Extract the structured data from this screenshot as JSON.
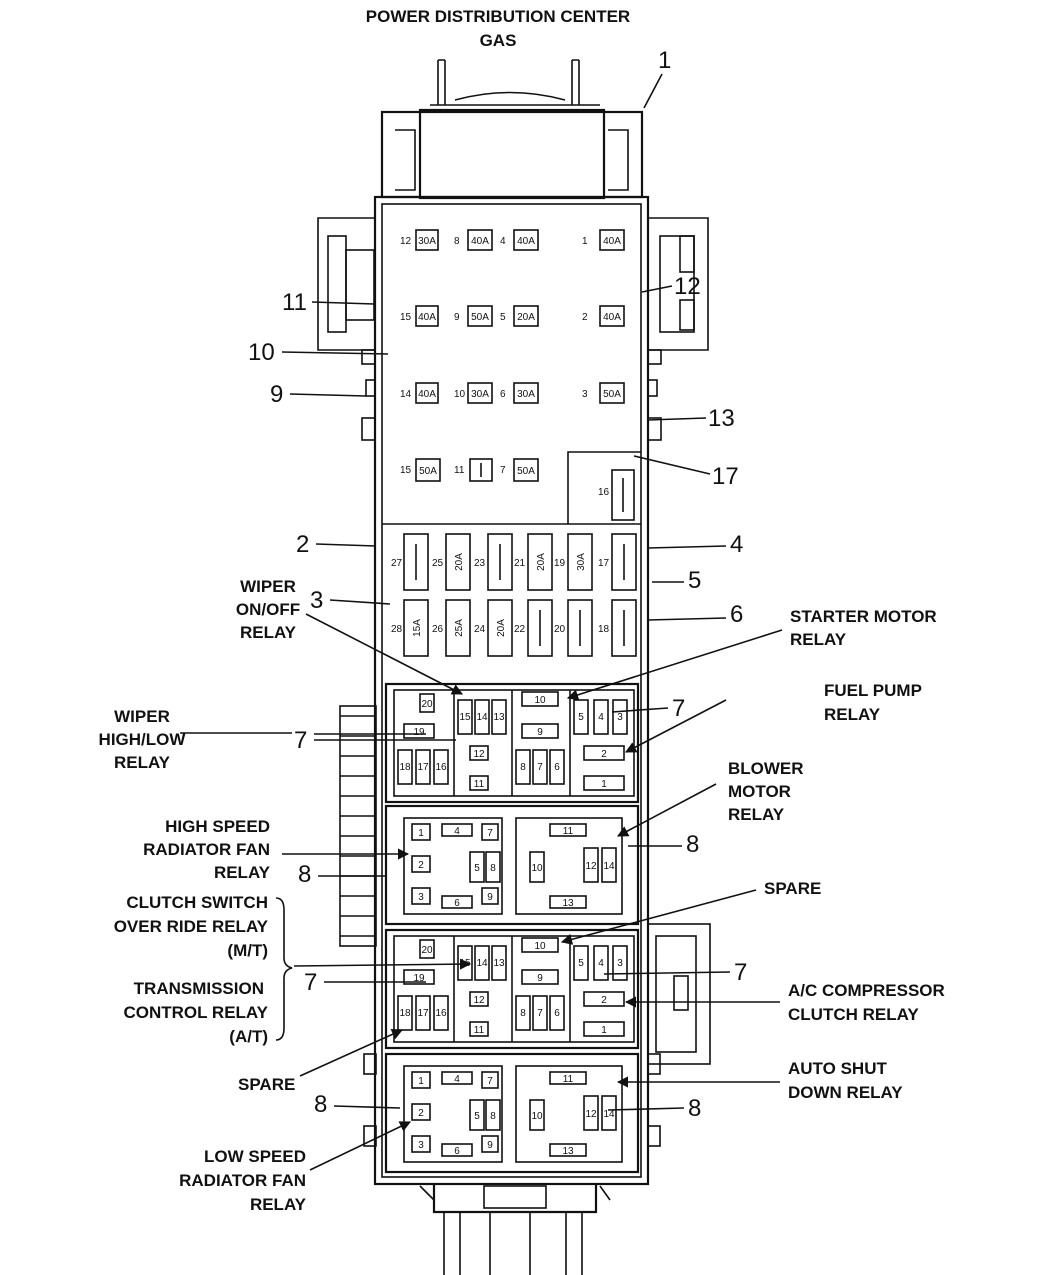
{
  "title": {
    "line1": "POWER DISTRIBUTION CENTER",
    "line2": "GAS"
  },
  "callouts": {
    "n1": "1",
    "n2": "2",
    "n3": "3",
    "n4": "4",
    "n5": "5",
    "n6": "6",
    "n7": "7",
    "n8": "8",
    "n9": "9",
    "n10": "10",
    "n11": "11",
    "n12": "12",
    "n13": "13",
    "n17": "17"
  },
  "relay_labels": {
    "wiper_on_off": [
      "WIPER",
      "ON/OFF",
      "RELAY"
    ],
    "starter_motor": [
      "STARTER MOTOR",
      "RELAY"
    ],
    "fuel_pump": [
      "FUEL PUMP",
      "RELAY"
    ],
    "wiper_high_low": [
      "WIPER",
      "HIGH/LOW",
      "RELAY"
    ],
    "blower_motor": [
      "BLOWER",
      "MOTOR",
      "RELAY"
    ],
    "high_speed_fan": [
      "HIGH SPEED",
      "RADIATOR FAN",
      "RELAY"
    ],
    "clutch_switch": [
      "CLUTCH SWITCH",
      "OVER RIDE RELAY",
      "(M/T)"
    ],
    "transmission": [
      "TRANSMISSION",
      "CONTROL RELAY",
      "(A/T)"
    ],
    "spare_top": "SPARE",
    "ac_compressor": [
      "A/C COMPRESSOR",
      "CLUTCH RELAY"
    ],
    "spare_bottom": "SPARE",
    "auto_shut_down": [
      "AUTO SHUT",
      "DOWN RELAY"
    ],
    "low_speed_fan": [
      "LOW SPEED",
      "RADIATOR FAN",
      "RELAY"
    ]
  },
  "maxi_fuses": [
    {
      "pos": "12",
      "rating": "30A"
    },
    {
      "pos": "8",
      "rating": "40A"
    },
    {
      "pos": "4",
      "rating": "40A"
    },
    {
      "pos": "1",
      "rating": "40A"
    },
    {
      "pos": "15",
      "rating": "40A"
    },
    {
      "pos": "9",
      "rating": "50A"
    },
    {
      "pos": "5",
      "rating": "20A"
    },
    {
      "pos": "2",
      "rating": "40A"
    },
    {
      "pos": "14",
      "rating": "40A"
    },
    {
      "pos": "10",
      "rating": "30A"
    },
    {
      "pos": "6",
      "rating": "30A"
    },
    {
      "pos": "3",
      "rating": "50A"
    },
    {
      "pos": "15",
      "rating": "50A"
    },
    {
      "pos": "11",
      "rating": ""
    },
    {
      "pos": "7",
      "rating": "50A"
    },
    {
      "pos": "16",
      "rating": ""
    }
  ],
  "mini_fuses": [
    {
      "pos": "27",
      "rating": ""
    },
    {
      "pos": "25",
      "rating": "20A"
    },
    {
      "pos": "23",
      "rating": ""
    },
    {
      "pos": "21",
      "rating": "20A"
    },
    {
      "pos": "19",
      "rating": "30A"
    },
    {
      "pos": "17",
      "rating": ""
    },
    {
      "pos": "28",
      "rating": "15A"
    },
    {
      "pos": "26",
      "rating": "25A"
    },
    {
      "pos": "24",
      "rating": "20A"
    },
    {
      "pos": "22",
      "rating": ""
    },
    {
      "pos": "20",
      "rating": ""
    },
    {
      "pos": "18",
      "rating": ""
    }
  ],
  "micro_relay_pins": [
    "20",
    "19",
    "18",
    "17",
    "16",
    "15",
    "14",
    "13",
    "12",
    "11",
    "10",
    "9",
    "8",
    "7",
    "6",
    "5",
    "4",
    "3",
    "2",
    "1"
  ],
  "iso_relay_pins": [
    "1",
    "2",
    "3",
    "4",
    "5",
    "6",
    "7",
    "8",
    "9",
    "10",
    "11",
    "12",
    "13",
    "14"
  ]
}
